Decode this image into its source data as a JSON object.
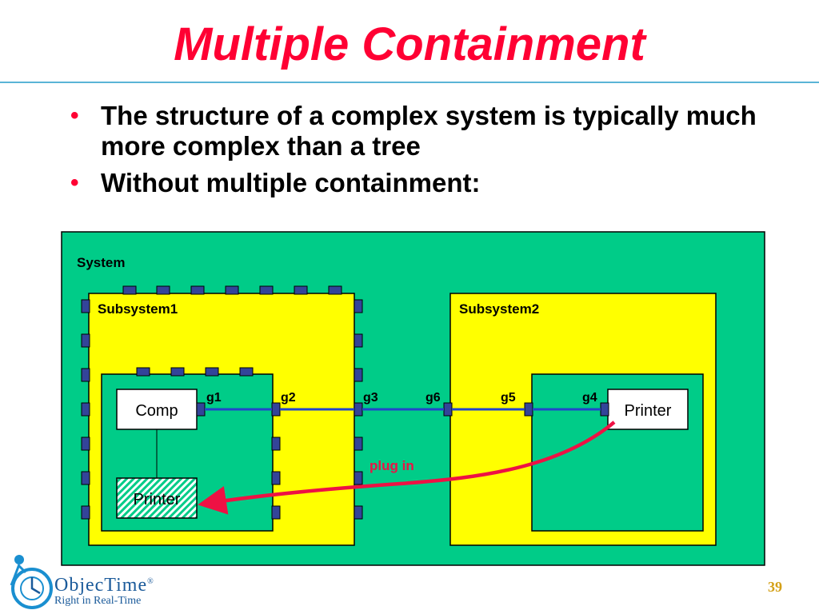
{
  "slide": {
    "title": "Multiple Containment",
    "bullets": [
      "The structure of a complex system is typically much more complex than a tree",
      "Without multiple containment:"
    ],
    "page_number": "39"
  },
  "diagram": {
    "system_label": "System",
    "subsystem1_label": "Subsystem1",
    "subsystem2_label": "Subsystem2",
    "comp_label": "Comp",
    "printer_label": "Printer",
    "printer_ghost_label": "Printer",
    "gates": [
      "g1",
      "g2",
      "g3",
      "g6",
      "g5",
      "g4"
    ],
    "plug_label": "plug in",
    "colors": {
      "system_fill": "#00cc88",
      "subsystem_fill": "#ffff00",
      "inner_fill": "#00cc88",
      "port": "#334499",
      "connector": "#2244cc",
      "arrow": "#ee1144",
      "plug_text": "#ee1144"
    }
  },
  "logo": {
    "name": "ObjecTime",
    "tagline": "Right in Real-Time",
    "icon": "stopwatch-figure-icon"
  }
}
